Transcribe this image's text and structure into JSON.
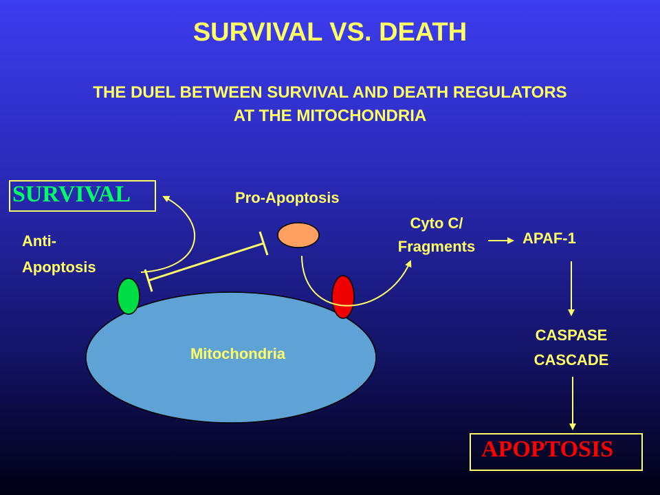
{
  "title": "SURVIVAL VS. DEATH",
  "subtitle": {
    "line1": "THE DUEL BETWEEN SURVIVAL AND DEATH REGULATORS",
    "line2": "AT THE MITOCHONDRIA"
  },
  "labels": {
    "survival": "SURVIVAL",
    "pro_apoptosis": "Pro-Apoptosis",
    "anti_apoptosis_line1": "Anti-",
    "anti_apoptosis_line2": "Apoptosis",
    "cyto_line1": "Cyto C/",
    "cyto_line2": "Fragments",
    "apaf": "APAF-1",
    "caspase_line1": "CASPASE",
    "caspase_line2": "CASCADE",
    "apoptosis": "APOPTOSIS",
    "mitochondria": "Mitochondria"
  },
  "colors": {
    "text_yellow": "#ffff66",
    "survival_green": "#00ff66",
    "apoptosis_red": "#ff0000",
    "mitochondria_fill": "#5fa3d6",
    "anti_protein": "#00dd44",
    "pro_protein_membrane": "#ee0000",
    "pro_protein_free": "#ffa060"
  }
}
